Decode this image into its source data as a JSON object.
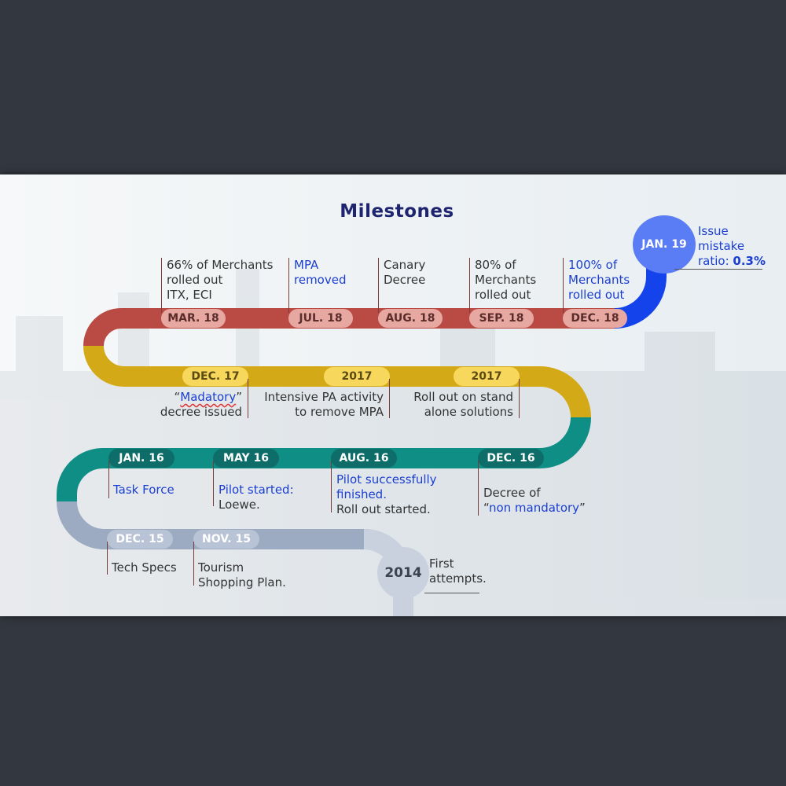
{
  "title": "Milestones",
  "colors": {
    "red": "#b94a44",
    "yellow": "#d4a917",
    "teal": "#0f8e86",
    "gray": "#9cabc1",
    "blue": "#1443ec",
    "title": "#1e2470",
    "label_blue": "#1a3fd0"
  },
  "row1": [
    {
      "date": "MAR. 18",
      "label_lines": [
        "66% of Merchants",
        "rolled out",
        "ITX, ECI"
      ],
      "blue": false
    },
    {
      "date": "JUL. 18",
      "label_lines": [
        "MPA",
        "removed"
      ],
      "blue": true
    },
    {
      "date": "AUG. 18",
      "label_lines": [
        "Canary",
        "Decree"
      ],
      "blue": false
    },
    {
      "date": "SEP. 18",
      "label_lines": [
        "80% of",
        "Merchants",
        "rolled out"
      ],
      "blue": false
    },
    {
      "date": "DEC. 18",
      "label_lines": [
        "100% of",
        "Merchants",
        "rolled out"
      ],
      "blue": true
    }
  ],
  "jan19": {
    "date": "JAN. 19",
    "label_lines": [
      "Issue",
      "mistake"
    ],
    "ratio_prefix": "ratio: ",
    "ratio_value": "0.3%"
  },
  "row2": [
    {
      "date": "DEC. 17",
      "quote_open": "“",
      "word": "Madatory",
      "quote_close": "”",
      "line2": "decree issued"
    },
    {
      "date": "2017",
      "label_lines": [
        "Intensive PA activity",
        "to remove MPA"
      ]
    },
    {
      "date": "2017",
      "label_lines": [
        "Roll out on stand",
        "alone solutions"
      ]
    }
  ],
  "row3": [
    {
      "date": "JAN. 16",
      "label_lines": [
        "Task Force"
      ]
    },
    {
      "date": "MAY 16",
      "label_lines": [
        "Pilot started:",
        "Loewe."
      ]
    },
    {
      "date": "AUG. 16",
      "label_lines": [
        "Pilot successfully",
        "finished.",
        "Roll out started."
      ]
    },
    {
      "date": "DEC. 16",
      "label_lines": [
        "Decree of"
      ],
      "quoted": "non mandatory"
    }
  ],
  "row4": [
    {
      "date": "DEC. 15",
      "label_lines": [
        "Tech Specs"
      ]
    },
    {
      "date": "NOV. 15",
      "label_lines": [
        "Tourism",
        "Shopping Plan."
      ]
    }
  ],
  "start": {
    "year": "2014",
    "label_lines": [
      "First",
      "attempts."
    ]
  }
}
